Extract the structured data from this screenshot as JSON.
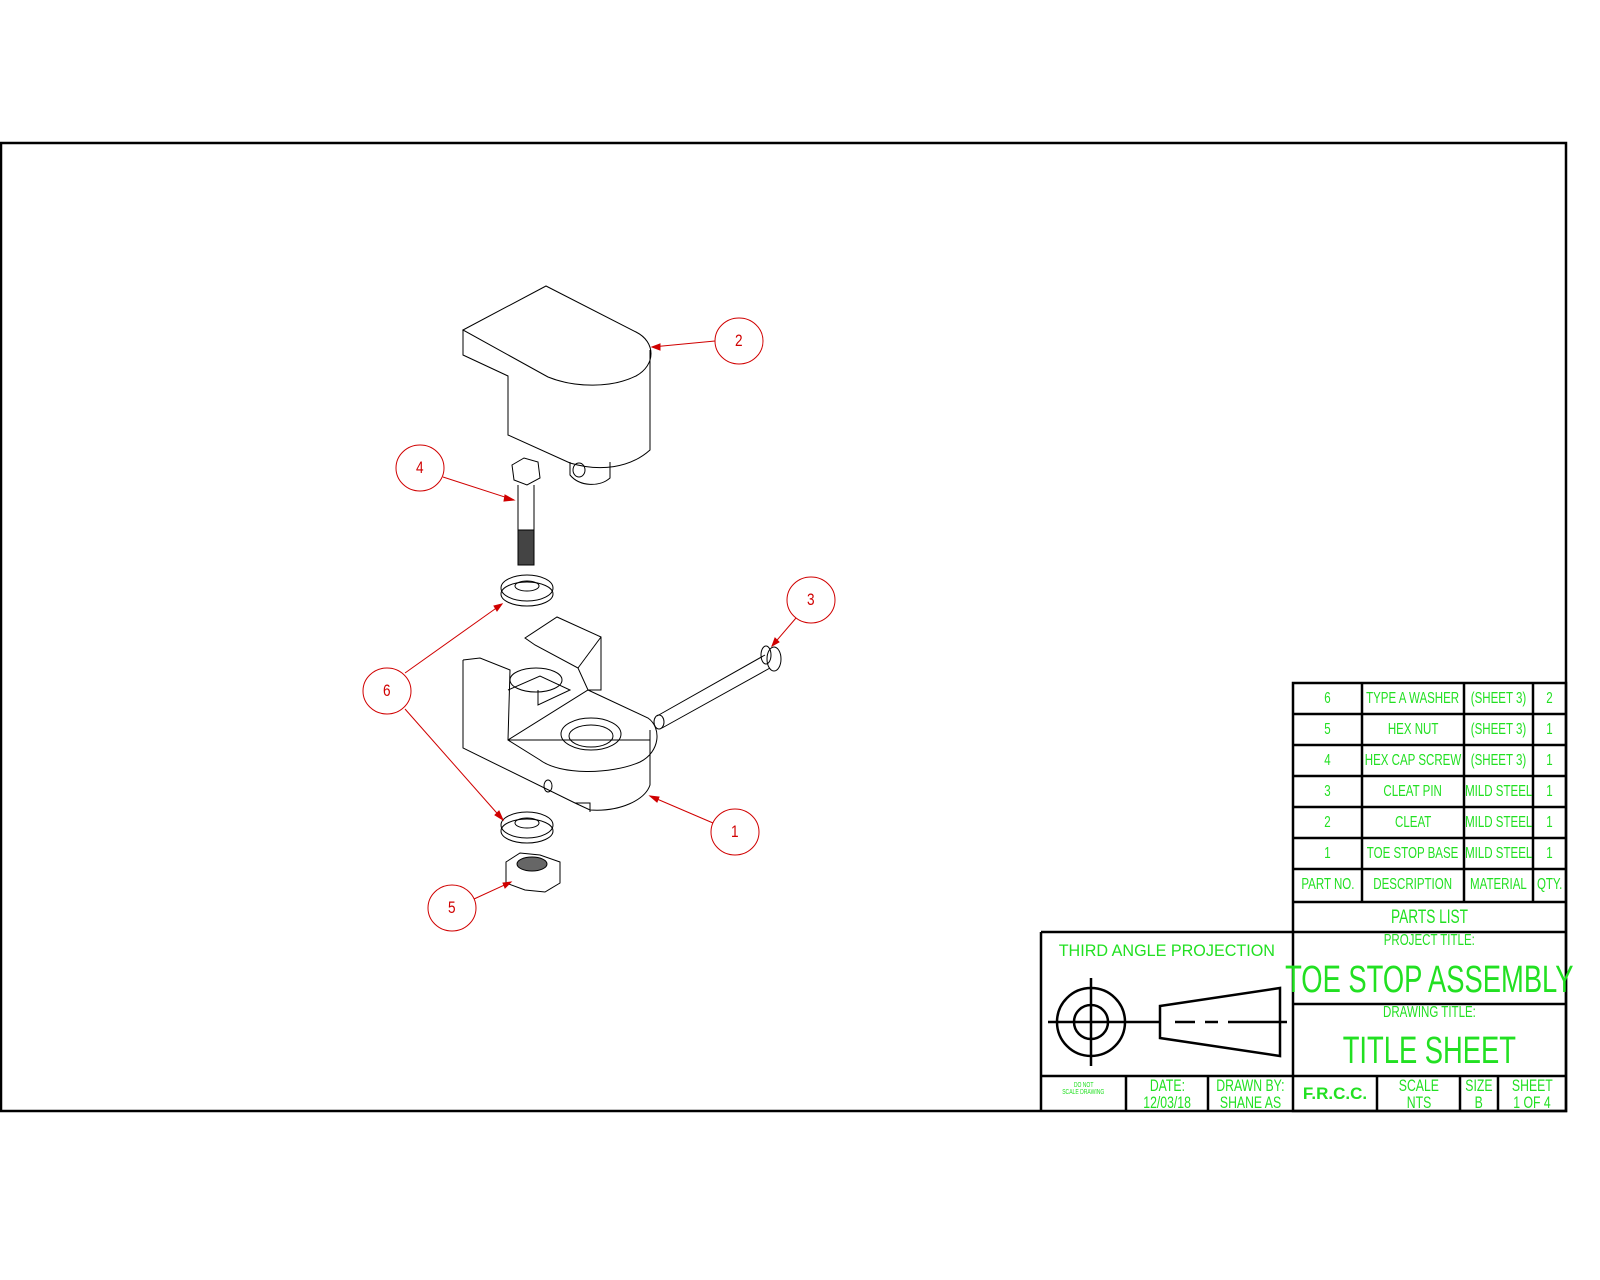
{
  "drawing": {
    "callouts": [
      "1",
      "2",
      "3",
      "4",
      "5",
      "6"
    ]
  },
  "parts_list": {
    "rows": [
      {
        "part_no": "6",
        "description": "TYPE A WASHER",
        "material": "(SHEET 3)",
        "qty": "2"
      },
      {
        "part_no": "5",
        "description": "HEX NUT",
        "material": "(SHEET 3)",
        "qty": "1"
      },
      {
        "part_no": "4",
        "description": "HEX CAP SCREW",
        "material": "(SHEET 3)",
        "qty": "1"
      },
      {
        "part_no": "3",
        "description": "CLEAT PIN",
        "material": "MILD STEEL",
        "qty": "1"
      },
      {
        "part_no": "2",
        "description": "CLEAT",
        "material": "MILD STEEL",
        "qty": "1"
      },
      {
        "part_no": "1",
        "description": "TOE STOP BASE",
        "material": "MILD STEEL",
        "qty": "1"
      }
    ],
    "headers": {
      "part_no": "PART NO.",
      "description": "DESCRIPTION",
      "material": "MATERIAL",
      "qty": "QTY."
    },
    "title": "PARTS LIST"
  },
  "title_block": {
    "projection": "THIRD ANGLE PROJECTION",
    "project_title_label": "PROJECT TITLE:",
    "project_title": "TOE STOP ASSEMBLY",
    "drawing_title_label": "DRAWING TITLE:",
    "drawing_title": "TITLE SHEET",
    "do_not_scale_1": "DO NOT",
    "do_not_scale_2": "SCALE DRAWING",
    "date_label": "DATE:",
    "date": "12/03/18",
    "drawn_by_label": "DRAWN BY:",
    "drawn_by": "SHANE AS",
    "school": "F.R.C.C.",
    "scale_label": "SCALE",
    "scale": "NTS",
    "size_label": "SIZE",
    "size": "B",
    "sheet_label": "SHEET",
    "sheet": "1 OF 4"
  },
  "colors": {
    "text": "#22e022",
    "callout": "#d00000",
    "line": "#000000"
  }
}
